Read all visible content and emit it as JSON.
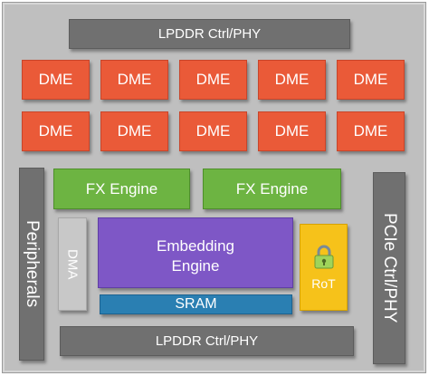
{
  "lpddr_top": "LPDDR Ctrl/PHY",
  "lpddr_bottom": "LPDDR Ctrl/PHY",
  "dme_row1": [
    "DME",
    "DME",
    "DME",
    "DME",
    "DME"
  ],
  "dme_row2": [
    "DME",
    "DME",
    "DME",
    "DME",
    "DME"
  ],
  "fx_engines": [
    "FX Engine",
    "FX Engine"
  ],
  "peripherals": "Peripherals",
  "pcie": "PCIe Ctrl/PHY",
  "dma": "DMA",
  "embedding_line1": "Embedding",
  "embedding_line2": "Engine",
  "sram": "SRAM",
  "rot": {
    "label": "RoT",
    "icon": "lock-icon"
  },
  "colors": {
    "dme": "#ea5a38",
    "fx_engine": "#6db442",
    "embedding_engine": "#7e57c6",
    "sram": "#2a7fb2",
    "rot": "#f6c21a",
    "ctrl_phy": "#707070",
    "dma": "#c8c8c8",
    "die": "#bfbfbf"
  }
}
